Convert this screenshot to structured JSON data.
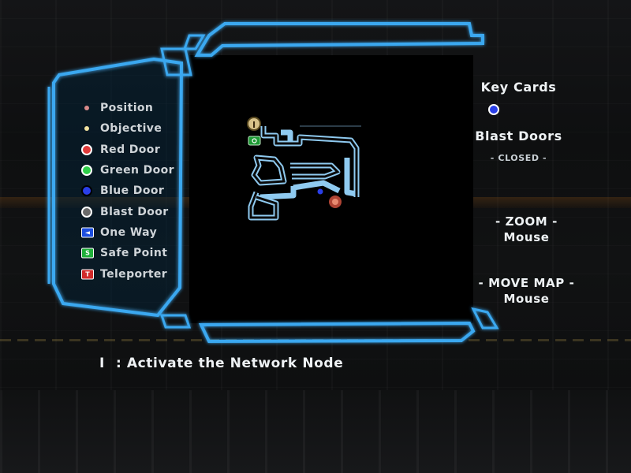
{
  "legend": {
    "items": [
      {
        "label": "Position",
        "icon": "position-dot-icon",
        "color": "#d88a8a"
      },
      {
        "label": "Objective",
        "icon": "objective-dot-icon",
        "color": "#f2e3a0"
      },
      {
        "label": "Red Door",
        "icon": "red-door-icon",
        "color": "#e03a3a"
      },
      {
        "label": "Green Door",
        "icon": "green-door-icon",
        "color": "#2fcf4a"
      },
      {
        "label": "Blue Door",
        "icon": "blue-door-icon",
        "color": "#2a3fe8"
      },
      {
        "label": "Blast Door",
        "icon": "blast-door-icon",
        "color": "#6a6a6a"
      },
      {
        "label": "One Way",
        "icon": "one-way-icon",
        "color": "#1e4fe0",
        "glyph": "◄"
      },
      {
        "label": "Safe Point",
        "icon": "safe-point-icon",
        "color": "#20b03a",
        "glyph": "S"
      },
      {
        "label": "Teleporter",
        "icon": "teleporter-icon",
        "color": "#d22a2a",
        "glyph": "T"
      }
    ]
  },
  "side_panel": {
    "key_cards_title": "Key Cards",
    "key_card_color": "#2a3fe8",
    "blast_doors_title": "Blast Doors",
    "blast_doors_status": "- CLOSED -",
    "zoom_title": "- ZOOM -",
    "zoom_control": "Mouse",
    "move_map_title": "- MOVE MAP -",
    "move_map_control": "Mouse"
  },
  "hint": {
    "key": "I",
    "text": ": Activate the Network Node"
  },
  "map": {
    "objective_icon": "network-node-icon",
    "objective_glyph": "I"
  },
  "colors": {
    "frame": "#3aa8f0",
    "corridor": "#9fd3f0"
  }
}
